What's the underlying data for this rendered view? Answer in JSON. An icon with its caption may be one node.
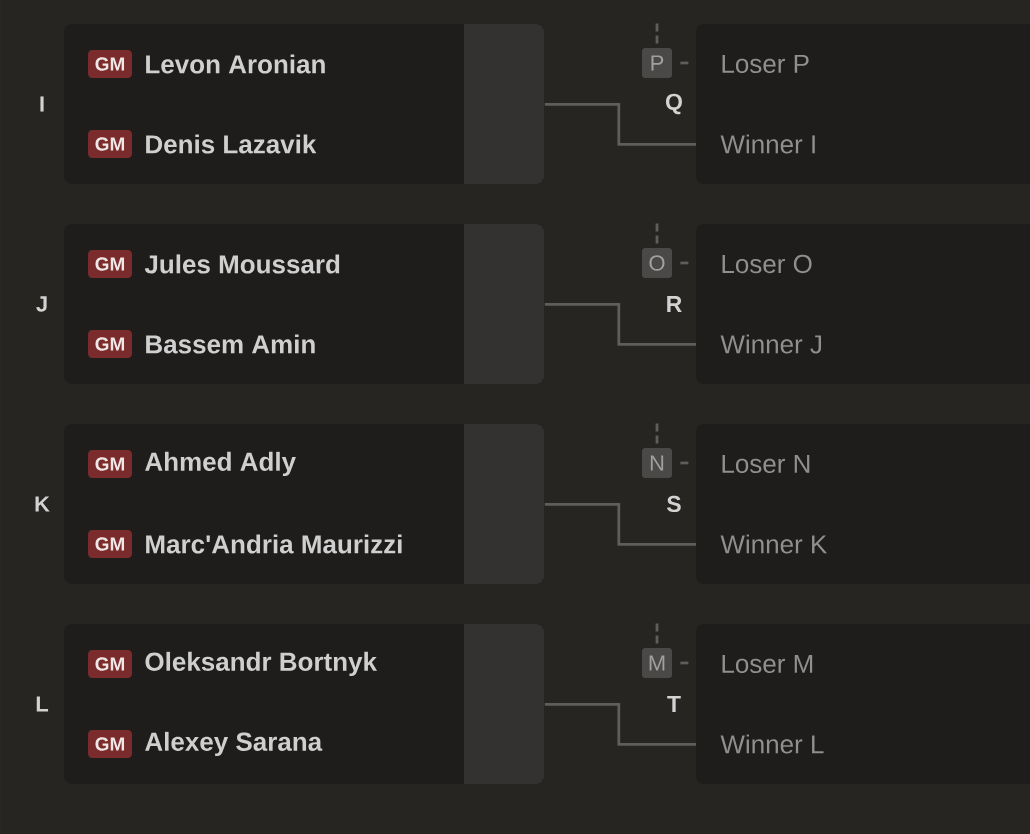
{
  "diagram": {
    "nodes": [
      {
        "text": [
          "Levon Aronian",
          "Denis Lazavik"
        ],
        "beside": [
          "I"
        ]
      },
      {
        "text": [
          "GM"
        ],
        "in": 0
      },
      {
        "text": [
          "GM"
        ],
        "in": 0
      },
      {
        "text": [
          "P"
        ]
      },
      {
        "text": [
          "Loser P",
          "Winner I"
        ],
        "beside": [
          "Q"
        ]
      },
      {
        "text": [
          "Jules Moussard",
          "Bassem Amin"
        ],
        "beside": [
          "J"
        ]
      },
      {
        "text": [
          "GM"
        ],
        "in": 5
      },
      {
        "text": [
          "GM"
        ],
        "in": 5
      },
      {
        "text": [
          "O"
        ]
      },
      {
        "text": [
          "Loser O",
          "Winner J"
        ],
        "beside": [
          "R"
        ]
      },
      {
        "text": [
          "Ahmed Adly",
          "Marc'Andria Maurizzi"
        ],
        "beside": [
          "K"
        ]
      },
      {
        "text": [
          "GM"
        ],
        "in": 10
      },
      {
        "text": [
          "GM"
        ],
        "in": 10
      },
      {
        "text": [
          "N"
        ]
      },
      {
        "text": [
          "Loser N",
          "Winner K"
        ],
        "beside": [
          "S"
        ]
      },
      {
        "text": [
          "Oleksandr Bortnyk",
          "Alexey Sarana"
        ],
        "beside": [
          "L"
        ]
      },
      {
        "text": [
          "GM"
        ],
        "in": 15
      },
      {
        "text": [
          "GM"
        ],
        "in": 15
      },
      {
        "text": [
          "M"
        ]
      },
      {
        "text": [
          "Loser M",
          "Winner L"
        ],
        "beside": [
          "T"
        ]
      }
    ],
    "edges": [
      {
        "from": 0,
        "to": 4,
        "arrow": "none"
      },
      {
        "from": null,
        "to": 3,
        "arrow": "none",
        "style": "dashed"
      },
      {
        "from": 3,
        "to": 4,
        "arrow": "none",
        "style": "dashed"
      },
      {
        "from": 5,
        "to": 9,
        "arrow": "none"
      },
      {
        "from": null,
        "to": 8,
        "arrow": "none",
        "style": "dashed"
      },
      {
        "from": 8,
        "to": 9,
        "arrow": "none",
        "style": "dashed"
      },
      {
        "from": 10,
        "to": 14,
        "arrow": "none"
      },
      {
        "from": null,
        "to": 13,
        "arrow": "none",
        "style": "dashed"
      },
      {
        "from": 13,
        "to": 14,
        "arrow": "none",
        "style": "dashed"
      },
      {
        "from": 15,
        "to": 19,
        "arrow": "none"
      },
      {
        "from": null,
        "to": 18,
        "arrow": "none",
        "style": "dashed"
      },
      {
        "from": 18,
        "to": 19,
        "arrow": "none",
        "style": "dashed"
      }
    ]
  }
}
